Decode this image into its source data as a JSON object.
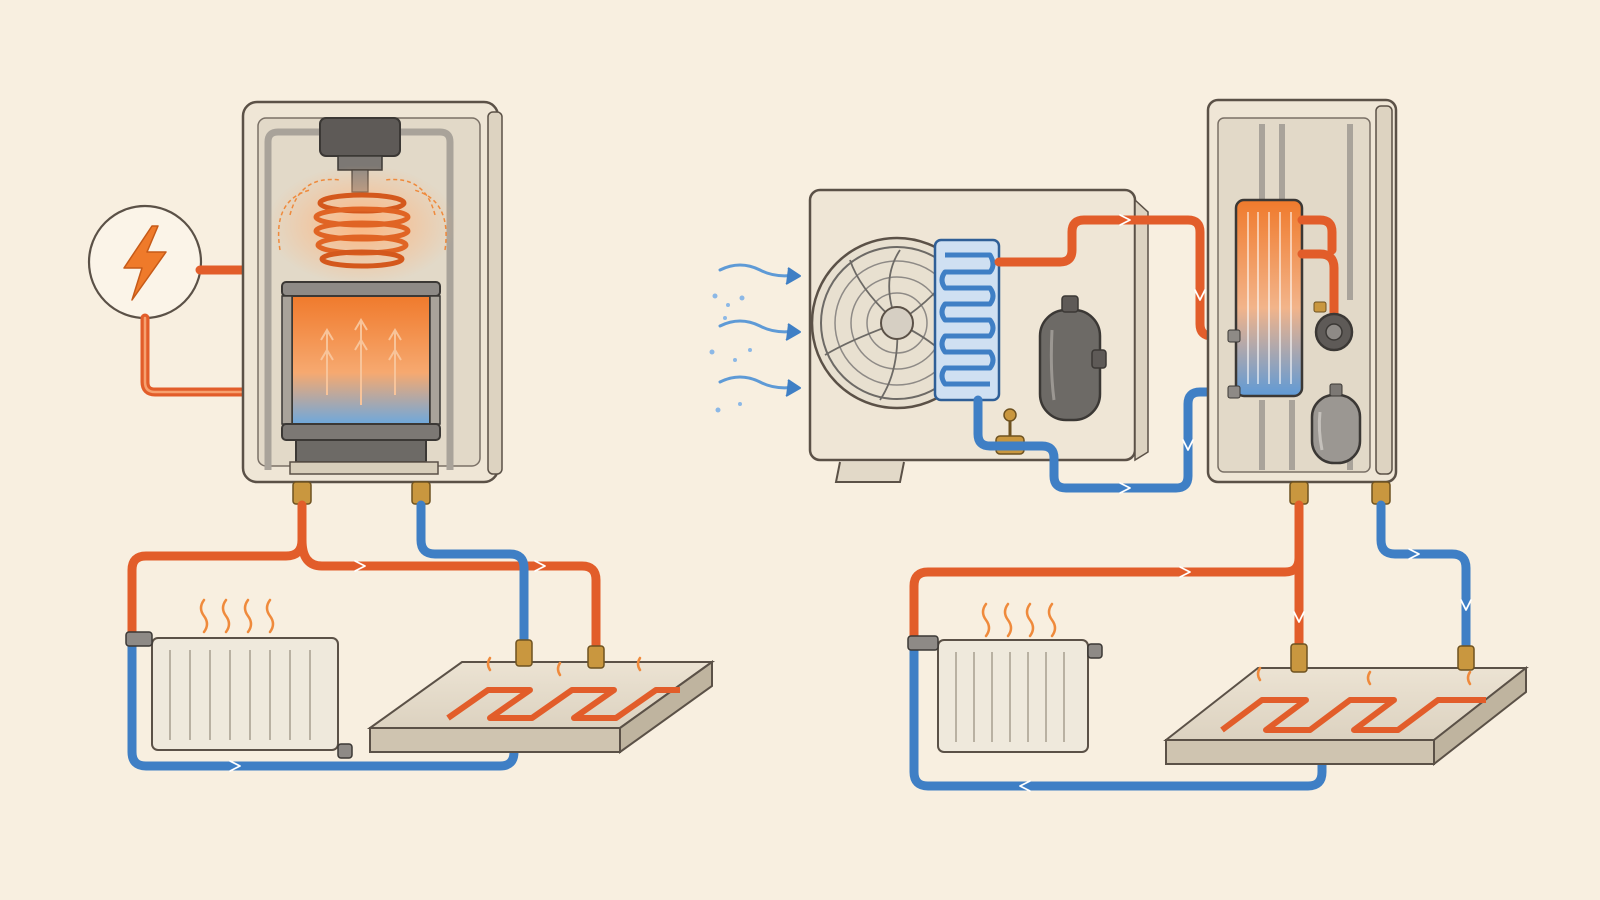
{
  "diagram": {
    "panels": [
      {
        "id": "electric-boiler",
        "components": [
          "power-supply",
          "heating-element",
          "water-tank",
          "radiator",
          "underfloor-heating"
        ]
      },
      {
        "id": "heat-pump",
        "components": [
          "outdoor-unit",
          "fan",
          "evaporator-coil",
          "compressor",
          "expansion-valve",
          "indoor-unit",
          "heat-exchanger",
          "circulation-pump",
          "expansion-vessel",
          "radiator",
          "underfloor-heating"
        ]
      }
    ],
    "icons": {
      "power": "lightning-bolt-icon",
      "airflow": "air-flow-arrow-icon"
    },
    "colors": {
      "background": "#f8efe0",
      "hot": "#e25d2a",
      "cold": "#3f7fc5",
      "unit": "#efe6d6",
      "metal": "#6d6a66",
      "brass": "#c9973f"
    }
  }
}
